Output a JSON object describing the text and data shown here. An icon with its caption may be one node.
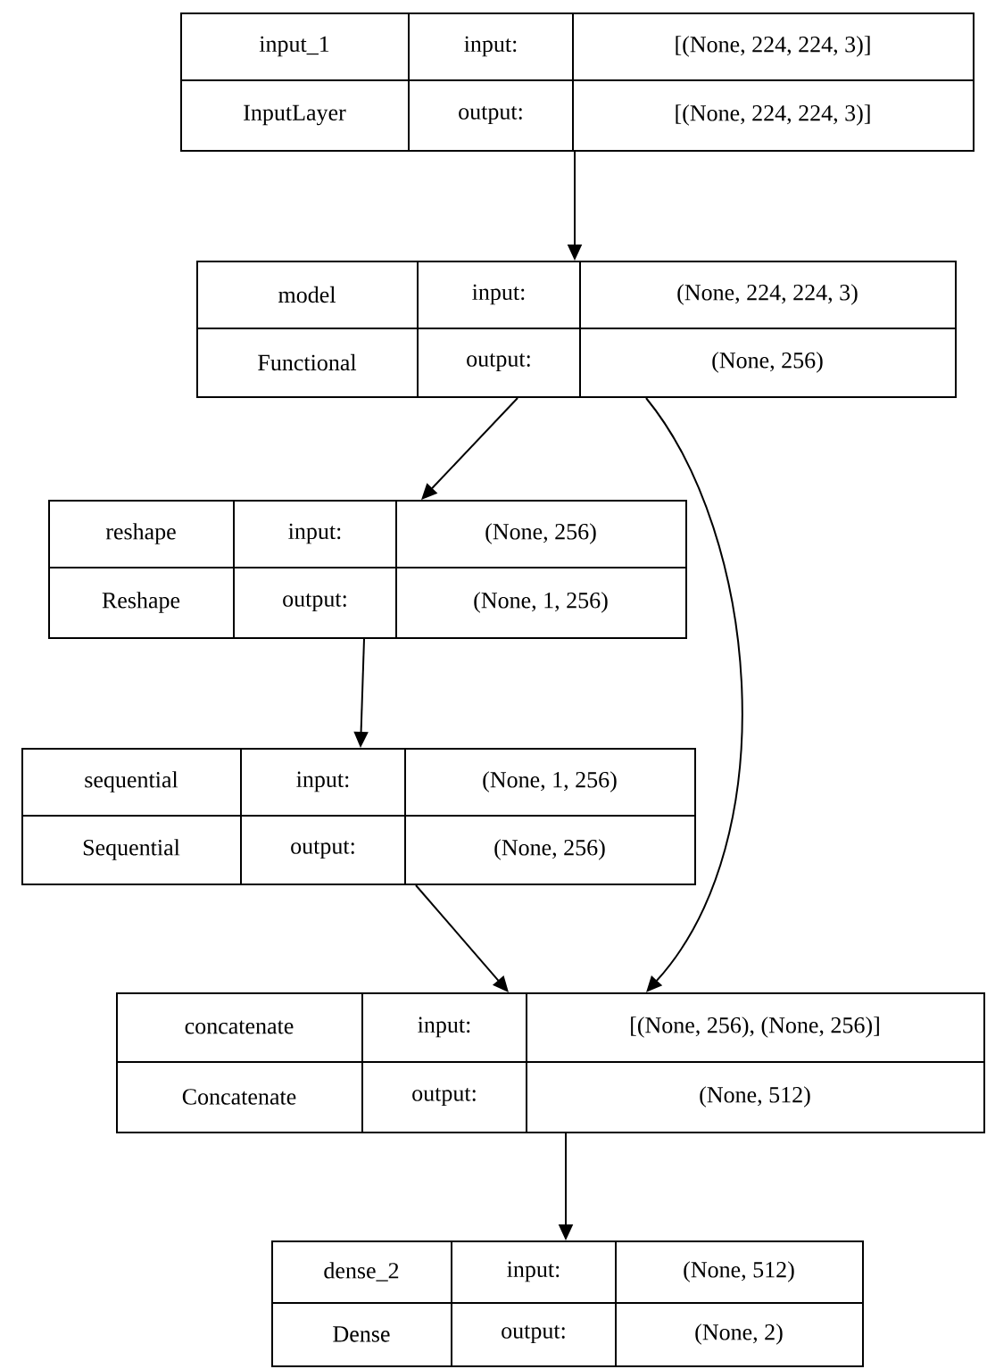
{
  "diagram": {
    "nodes": [
      {
        "text": [
          "input_1",
          "input:",
          "[(None, 224, 224, 3)]",
          "InputLayer",
          "output:",
          "[(None, 224, 224, 3)]"
        ]
      },
      {
        "text": [
          "model",
          "input:",
          "(None, 224, 224, 3)",
          "Functional",
          "output:",
          "(None, 256)"
        ]
      },
      {
        "text": [
          "reshape",
          "input:",
          "(None, 256)",
          "Reshape",
          "output:",
          "(None, 1, 256)"
        ]
      },
      {
        "text": [
          "sequential",
          "input:",
          "(None, 1, 256)",
          "Sequential",
          "output:",
          "(None, 256)"
        ]
      },
      {
        "text": [
          "concatenate",
          "input:",
          "[(None, 256), (None, 256)]",
          "Concatenate",
          "output:",
          "(None, 512)"
        ]
      },
      {
        "text": [
          "dense_2",
          "input:",
          "(None, 512)",
          "Dense",
          "output:",
          "(None, 2)"
        ]
      }
    ],
    "edges": [
      {
        "from": 0,
        "to": 1,
        "arrow": "to"
      },
      {
        "from": 1,
        "to": 2,
        "arrow": "to"
      },
      {
        "from": 1,
        "to": 4,
        "arrow": "to"
      },
      {
        "from": 2,
        "to": 3,
        "arrow": "to"
      },
      {
        "from": 3,
        "to": 4,
        "arrow": "to"
      },
      {
        "from": 4,
        "to": 5,
        "arrow": "to"
      }
    ]
  }
}
